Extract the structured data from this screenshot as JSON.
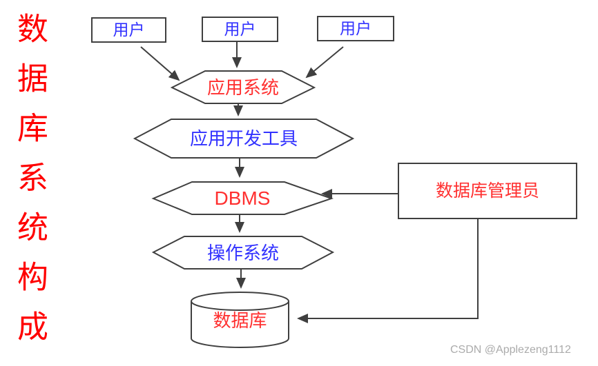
{
  "title": {
    "text": "数据库系统构成"
  },
  "colors": {
    "title_red": "#ff0000",
    "label_red": "#ff3030",
    "label_blue": "#3232ff",
    "line_gray": "#3f3f3f",
    "watermark_gray": "#ababab"
  },
  "nodes": {
    "user1": {
      "label": "用户",
      "type": "rectangle",
      "text_color": "blue"
    },
    "user2": {
      "label": "用户",
      "type": "rectangle",
      "text_color": "blue"
    },
    "user3": {
      "label": "用户",
      "type": "rectangle",
      "text_color": "blue"
    },
    "app_system": {
      "label": "应用系统",
      "type": "hexagon",
      "text_color": "red"
    },
    "dev_tools": {
      "label": "应用开发工具",
      "type": "hexagon",
      "text_color": "blue"
    },
    "dbms": {
      "label": "DBMS",
      "type": "hexagon",
      "text_color": "red"
    },
    "os": {
      "label": "操作系统",
      "type": "hexagon",
      "text_color": "blue"
    },
    "database": {
      "label": "数据库",
      "type": "cylinder",
      "text_color": "red"
    },
    "dba": {
      "label": "数据库管理员",
      "type": "rectangle",
      "text_color": "red"
    }
  },
  "edges": [
    {
      "from": "user1",
      "to": "app_system"
    },
    {
      "from": "user2",
      "to": "app_system"
    },
    {
      "from": "user3",
      "to": "app_system"
    },
    {
      "from": "app_system",
      "to": "dev_tools"
    },
    {
      "from": "dev_tools",
      "to": "dbms"
    },
    {
      "from": "dbms",
      "to": "os"
    },
    {
      "from": "os",
      "to": "database"
    },
    {
      "from": "dba",
      "to": "dbms"
    },
    {
      "from": "dba",
      "to": "database"
    }
  ],
  "watermark": {
    "text": "CSDN @Applezeng1112"
  }
}
